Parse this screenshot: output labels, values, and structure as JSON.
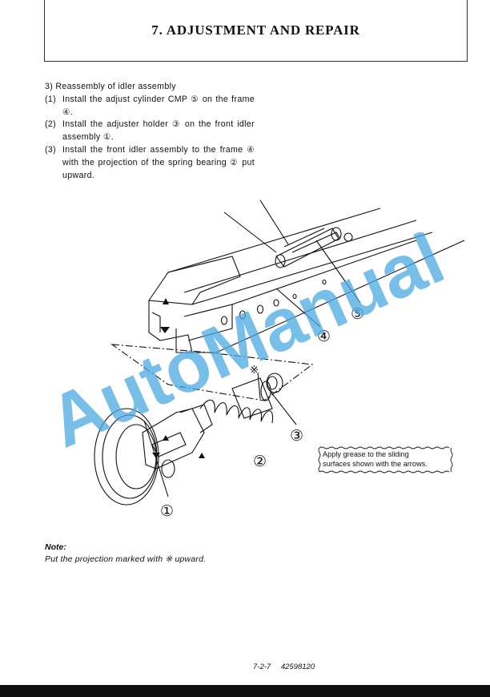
{
  "header": {
    "title": "7. ADJUSTMENT AND REPAIR"
  },
  "procedure": {
    "heading": "3) Reassembly of idler assembly",
    "steps": [
      {
        "num": "(1)",
        "text": "Install the adjust cylinder CMP ⑤ on the frame ④."
      },
      {
        "num": "(2)",
        "text": "Install the adjuster holder ③ on the front idler assembly ①."
      },
      {
        "num": "(3)",
        "text": "Install the front idler assembly to the frame ④ with the projection of the spring bearing ② put upward."
      }
    ]
  },
  "figure": {
    "callouts": {
      "c1": "①",
      "c2": "②",
      "c3": "③",
      "c4": "④",
      "c5": "⑤",
      "mark": "※"
    },
    "grease_note": [
      "Apply grease to the sliding",
      "surfaces shown with the arrows."
    ]
  },
  "watermark": {
    "text": "AutoManual",
    "color": "#4aa8e0"
  },
  "note": {
    "title": "Note:",
    "text": "Put the projection marked with ※ upward."
  },
  "footer": {
    "page": "7-2-7",
    "doc_number": "42598120"
  }
}
